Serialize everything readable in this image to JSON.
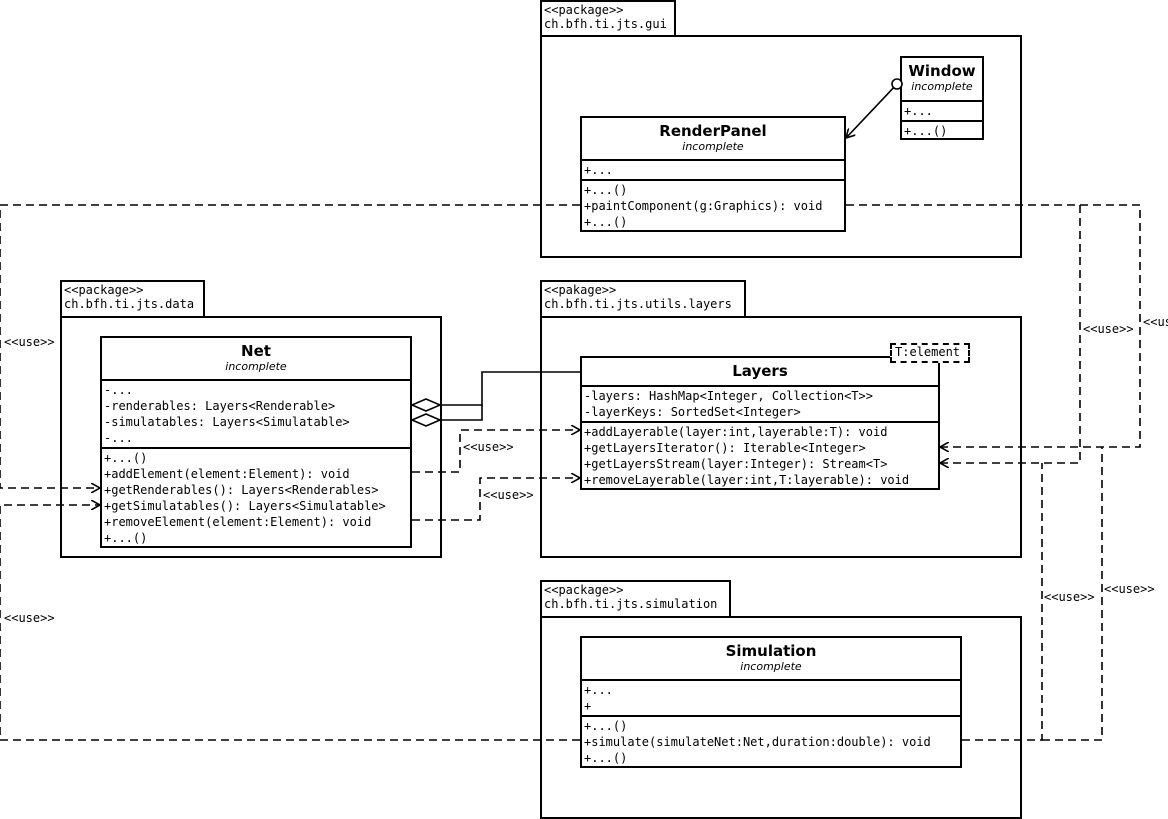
{
  "packages": {
    "gui": {
      "stereotype": "<<package>>",
      "name": "ch.bfh.ti.jts.gui"
    },
    "data": {
      "stereotype": "<<package>>",
      "name": "ch.bfh.ti.jts.data"
    },
    "layers": {
      "stereotype": "<<pakage>>",
      "name": "ch.bfh.ti.jts.utils.layers"
    },
    "simulation": {
      "stereotype": "<<package>>",
      "name": "ch.bfh.ti.jts.simulation"
    }
  },
  "classes": {
    "window": {
      "name": "Window",
      "stereotype": "incomplete",
      "attributes": [
        "+..."
      ],
      "operations": [
        "+...()"
      ]
    },
    "render_panel": {
      "name": "RenderPanel",
      "stereotype": "incomplete",
      "attributes": [
        "+..."
      ],
      "operations": [
        "+...()",
        "+paintComponent(g:Graphics): void",
        "+...()"
      ]
    },
    "net": {
      "name": "Net",
      "stereotype": "incomplete",
      "attributes": [
        "-...",
        "-renderables: Layers<Renderable>",
        "-simulatables: Layers<Simulatable>",
        "-..."
      ],
      "operations": [
        "+...()",
        "+addElement(element:Element): void",
        "+getRenderables(): Layers<Renderables>",
        "+getSimulatables(): Layers<Simulatable>",
        "+removeElement(element:Element): void",
        "+...()"
      ]
    },
    "layers": {
      "name": "Layers",
      "stereotype": "",
      "template_param": "T:element",
      "attributes": [
        "-layers: HashMap<Integer, Collection<T>>",
        "-layerKeys: SortedSet<Integer>"
      ],
      "operations": [
        "+addLayerable(layer:int,layerable:T): void",
        "+getLayersIterator(): Iterable<Integer>",
        "+getLayersStream(layer:Integer): Stream<T>",
        "+removeLayerable(layer:int,T:layerable): void"
      ]
    },
    "simulation": {
      "name": "Simulation",
      "stereotype": "incomplete",
      "attributes": [
        "+...",
        "+"
      ],
      "operations": [
        "+...()",
        "+simulate(simulateNet:Net,duration:double): void",
        "+...()"
      ]
    }
  },
  "dependencies": {
    "net_add_to_layers": "<<use>>",
    "net_remove_to_layers": "<<use>>",
    "render_to_net": "<<use>>",
    "simulation_to_net": "<<use>>",
    "render_to_layers": "<<use>>",
    "render_to_layers_edge": "<<us",
    "simulation_to_layers_a": "<<use>>",
    "simulation_to_layers_b": "<<use>>"
  }
}
